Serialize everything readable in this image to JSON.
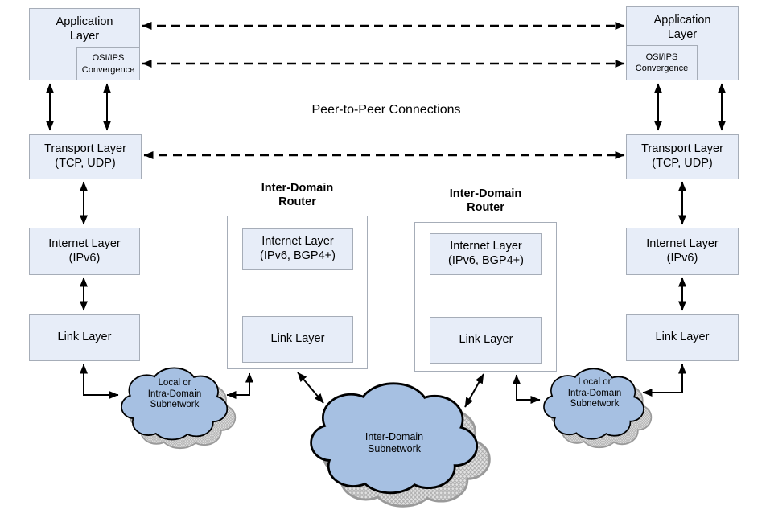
{
  "diagram": {
    "title": "Peer-to-Peer Connections",
    "hosts": {
      "left": {
        "application": "Application\nLayer",
        "convergence": "OSI/IPS\nConvergence",
        "transport": "Transport Layer\n(TCP, UDP)",
        "internet": "Internet Layer\n(IPv6)",
        "link": "Link Layer"
      },
      "right": {
        "application": "Application\nLayer",
        "convergence": "OSI/IPS\nConvergence",
        "transport": "Transport Layer\n(TCP, UDP)",
        "internet": "Internet Layer\n(IPv6)",
        "link": "Link Layer"
      }
    },
    "routers": [
      {
        "title": "Inter-Domain\nRouter",
        "internet": "Internet Layer\n(IPv6, BGP4+)",
        "link": "Link Layer"
      },
      {
        "title": "Inter-Domain\nRouter",
        "internet": "Internet Layer\n(IPv6, BGP4+)",
        "link": "Link Layer"
      }
    ],
    "clouds": {
      "left": "Local or\nIntra-Domain\nSubnetwork",
      "center": "Inter-Domain\nSubnetwork",
      "right": "Local or\nIntra-Domain\nSubnetwork"
    },
    "colors": {
      "layer_box_fill": "#e7edf8",
      "box_border": "#a6adb8",
      "cloud_fill": "#a6c0e2",
      "cloud_border": "#000000",
      "shadow_gray": "#9a9a9a",
      "line_color": "#000000",
      "background": "#ffffff"
    }
  }
}
